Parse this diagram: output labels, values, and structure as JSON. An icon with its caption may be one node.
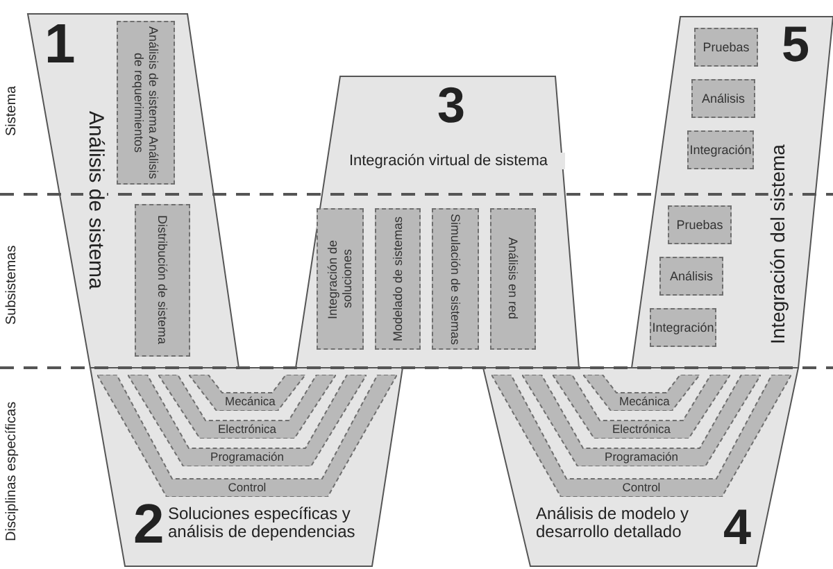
{
  "diagram": {
    "nodes": [
      {
        "text": [
          "1",
          "Análisis de sistema"
        ]
      },
      {
        "text": [
          "Análisis de sistema Análisis de requerimientos"
        ],
        "in": 0
      },
      {
        "text": [
          "Distribución de sistema"
        ],
        "in": 0
      },
      {
        "text": [
          "2",
          "Soluciones específicas y análisis de dependencias"
        ]
      },
      {
        "text": [
          "Mecánica"
        ],
        "in": 3
      },
      {
        "text": [
          "Electrónica"
        ],
        "in": 3
      },
      {
        "text": [
          "Programación"
        ],
        "in": 3
      },
      {
        "text": [
          "Control"
        ],
        "in": 3
      },
      {
        "text": [
          "3",
          "Integración virtual de sistema"
        ]
      },
      {
        "text": [
          "Integración de soluciones"
        ],
        "in": 8
      },
      {
        "text": [
          "Modelado de sistemas"
        ],
        "in": 8
      },
      {
        "text": [
          "Simulación de sistemas"
        ],
        "in": 8
      },
      {
        "text": [
          "Análisis en red"
        ],
        "in": 8
      },
      {
        "text": [
          "Análisis de modelo y desarrollo detallado",
          "4"
        ]
      },
      {
        "text": [
          "Mecánica"
        ],
        "in": 13
      },
      {
        "text": [
          "Electrónica"
        ],
        "in": 13
      },
      {
        "text": [
          "Programación"
        ],
        "in": 13
      },
      {
        "text": [
          "Control"
        ],
        "in": 13
      },
      {
        "text": [
          "5",
          "Integración del sistema"
        ]
      },
      {
        "text": [
          "Pruebas"
        ],
        "in": 18
      },
      {
        "text": [
          "Análisis"
        ],
        "in": 18
      },
      {
        "text": [
          "Integración"
        ],
        "in": 18
      },
      {
        "text": [
          "Pruebas"
        ],
        "in": 18
      },
      {
        "text": [
          "Análisis"
        ],
        "in": 18
      },
      {
        "text": [
          "Integración"
        ],
        "in": 18
      }
    ],
    "labels": [
      "Sistema",
      "Subsistemas",
      "Disciplinas específicas"
    ]
  }
}
